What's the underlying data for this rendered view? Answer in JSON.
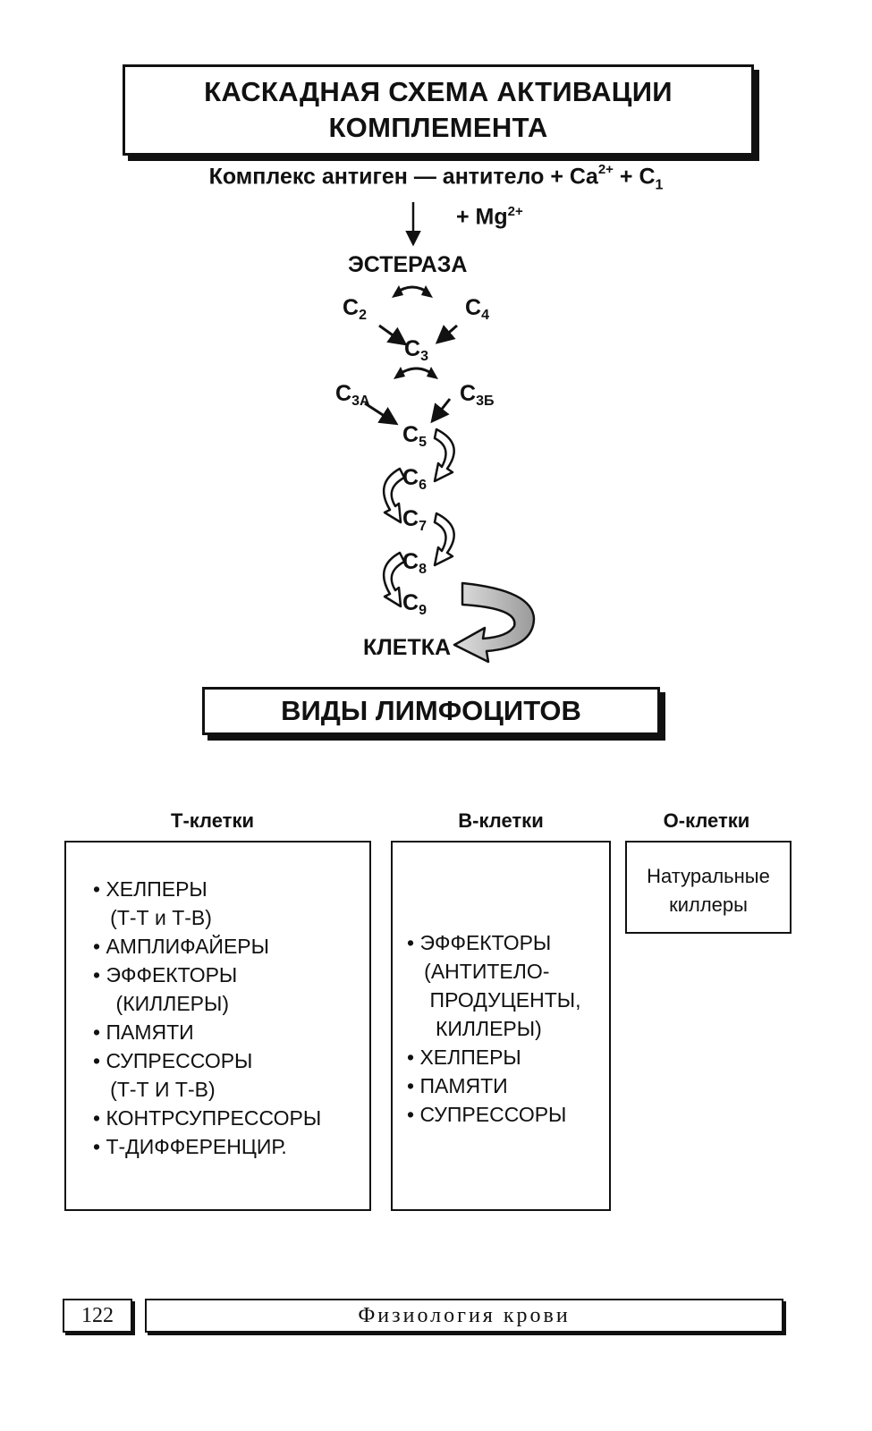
{
  "header": {
    "title_line1": "КАСКАДНАЯ СХЕМА  АКТИВАЦИИ",
    "title_line2": "КОМПЛЕМЕНТА"
  },
  "cascade": {
    "formula_main": "Комплекс  антиген — антитело  + Ca",
    "formula_ca_sup": "2+",
    "formula_c1": " + C",
    "formula_c1_sub": "1",
    "mg_text": "+ Mg",
    "mg_sup": "2+",
    "esterase": "ЭСТЕРАЗА",
    "c": "C",
    "c2_sub": "2",
    "c4_sub": "4",
    "c3_sub": "3",
    "c3a_sub": "3A",
    "c3b_sub": "3Б",
    "c5_sub": "5",
    "c6_sub": "6",
    "c7_sub": "7",
    "c8_sub": "8",
    "c9_sub": "9",
    "cell": "КЛЕТКА"
  },
  "lymphocytes": {
    "title": "ВИДЫ ЛИМФОЦИТОВ",
    "t_cells": {
      "heading": "Т-клетки",
      "items": [
        "• ХЕЛПЕРЫ",
        "   (Т-Т и Т-В)",
        "• АМПЛИФАЙЕРЫ",
        "• ЭФФЕКТОРЫ",
        "    (КИЛЛЕРЫ)",
        "• ПАМЯТИ",
        "• СУПРЕССОРЫ",
        "   (Т-Т И Т-В)",
        "• КОНТРСУПРЕССОРЫ",
        "• Т-ДИФФЕРЕНЦИР."
      ]
    },
    "b_cells": {
      "heading": "В-клетки",
      "items": [
        "• ЭФФЕКТОРЫ",
        "   (АНТИТЕЛО-",
        "    ПРОДУЦЕНТЫ,",
        "     КИЛЛЕРЫ)",
        "• ХЕЛПЕРЫ",
        "• ПАМЯТИ",
        "• СУПРЕССОРЫ"
      ]
    },
    "o_cells": {
      "heading": "О-клетки",
      "line1": "Натуральные",
      "line2": "киллеры"
    }
  },
  "footer": {
    "page_number": "122",
    "section": "Физиология крови"
  }
}
